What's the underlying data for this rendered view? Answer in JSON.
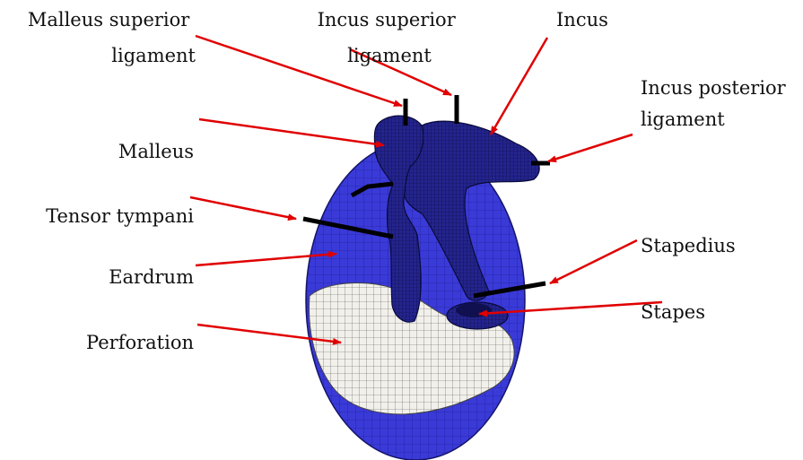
{
  "labels": {
    "malleus_superior_ligament": [
      "Malleus superior",
      "ligament"
    ],
    "incus_superior_ligament": [
      "Incus superior",
      "ligament"
    ],
    "incus": "Incus",
    "incus_posterior_ligament": [
      "Incus posterior",
      "ligament"
    ],
    "malleus": "Malleus",
    "tensor_tympani": "Tensor tympani",
    "eardrum": "Eardrum",
    "stapedius": "Stapedius",
    "stapes": "Stapes",
    "perforation": "Perforation"
  },
  "colors": {
    "mesh_blue": "#3a3ad8",
    "mesh_dark_blue": "#16166e",
    "perforation_fill": "#f2f0ea",
    "arrow": "#e00000",
    "ligament": "#000000"
  }
}
